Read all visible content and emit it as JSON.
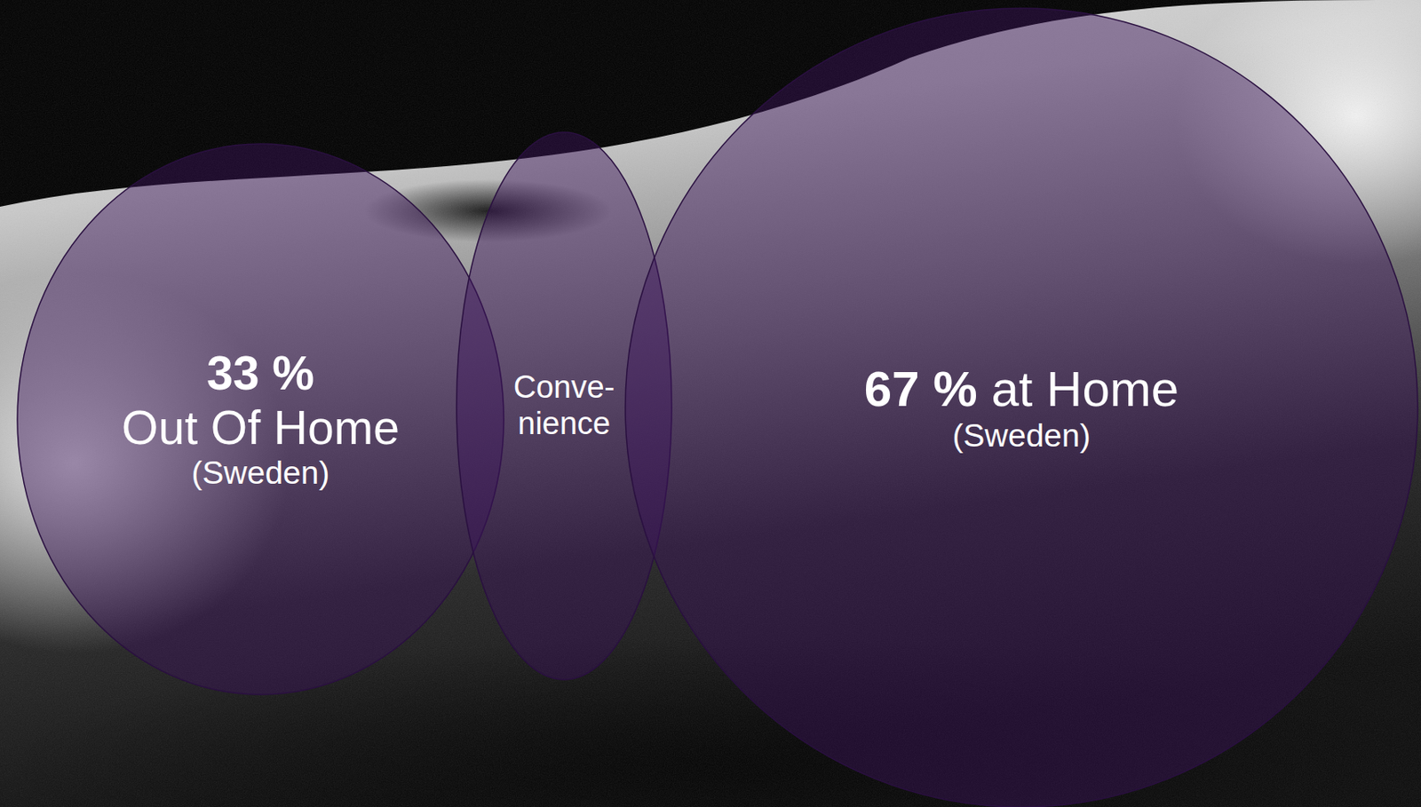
{
  "diagram": {
    "nodes": [
      {
        "text": [
          "33 %",
          "Out Of Home",
          "(Sweden)"
        ]
      },
      {
        "text": [
          "Conve- nience"
        ]
      },
      {
        "text": [
          "67 %",
          "at Home",
          "(Sweden)"
        ]
      }
    ]
  }
}
